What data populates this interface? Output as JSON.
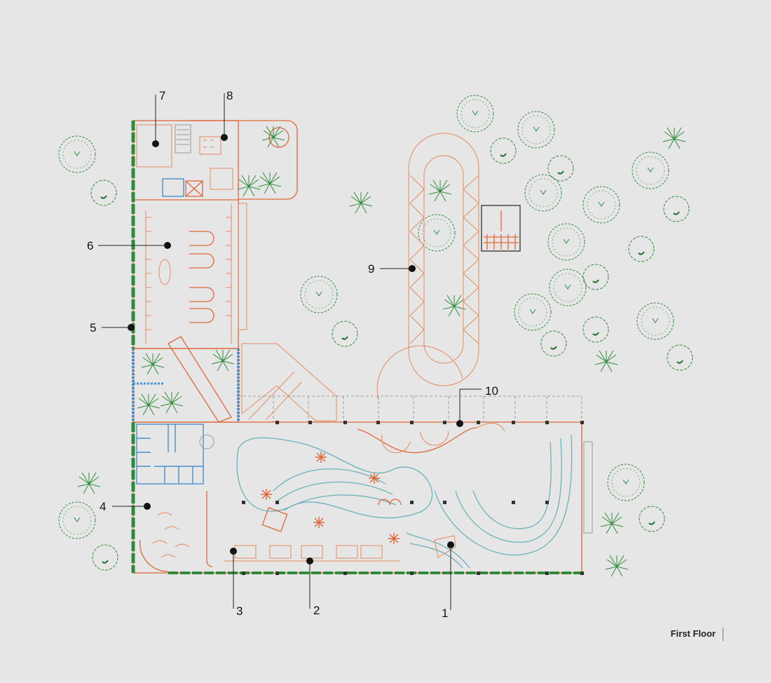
{
  "caption": "First Floor",
  "labels": [
    {
      "id": "1",
      "text": "1"
    },
    {
      "id": "2",
      "text": "2"
    },
    {
      "id": "3",
      "text": "3"
    },
    {
      "id": "4",
      "text": "4"
    },
    {
      "id": "5",
      "text": "5"
    },
    {
      "id": "6",
      "text": "6"
    },
    {
      "id": "7",
      "text": "7"
    },
    {
      "id": "8",
      "text": "8"
    },
    {
      "id": "9",
      "text": "9"
    },
    {
      "id": "10",
      "text": "10"
    }
  ],
  "colors": {
    "background": "#e6e6e6",
    "walls": "#e0663a",
    "water": "#6ab3b8",
    "glazing": "#4a8fd0",
    "vegetation": "#2e8b3a",
    "text": "#111111"
  },
  "icons": [
    "tree-icon",
    "palm-icon",
    "callout-dot"
  ]
}
